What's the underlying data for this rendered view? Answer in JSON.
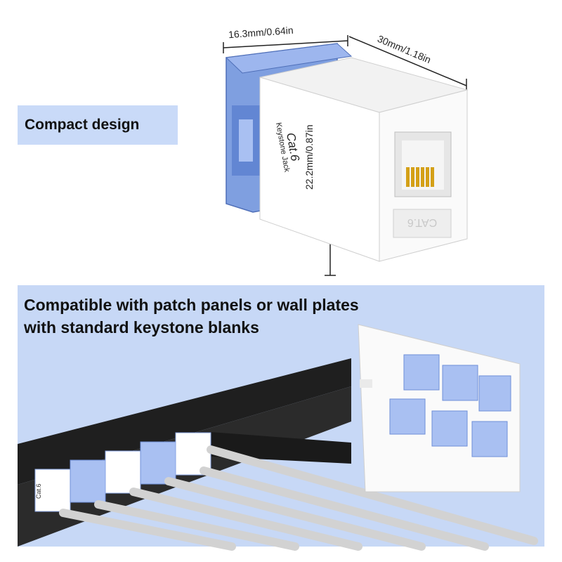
{
  "dimensions": {
    "width_label": "16.3mm/0.64in",
    "length_label": "30mm/1.18in",
    "height_label": "22.2mm/0.87in"
  },
  "product": {
    "side_text_1": "Keystone Jack",
    "side_text_2": "Cat.6",
    "front_text": "CAT.6",
    "small_label": "Cat.6"
  },
  "labels": {
    "compact": "Compact design",
    "compatible_line1": "Compatible with patch panels or wall plates",
    "compatible_line2": "with standard keystone blanks"
  },
  "colors": {
    "label_bg": "#c9daf8",
    "panel_bg": "#c7d8f6",
    "jack_blue": "#6f8fd8",
    "jack_white": "#ffffff",
    "gold": "#d4a017"
  }
}
